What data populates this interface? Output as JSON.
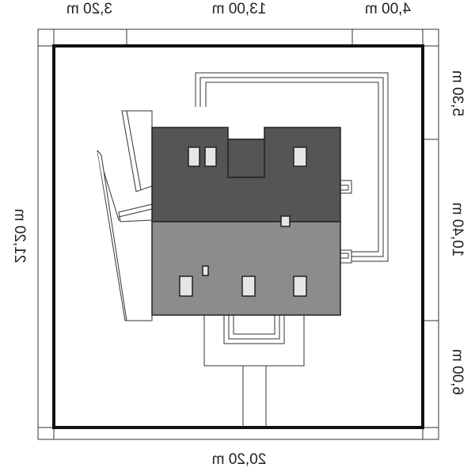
{
  "dimensions": {
    "top": [
      "3,20 m",
      "13,00 m",
      "4,00 m"
    ],
    "bottom": "20,20 m",
    "left": "21,20 m",
    "right": [
      "5,30 m",
      "10,40 m",
      "6,00 m"
    ]
  },
  "colors": {
    "plot_line": "#111111",
    "roof_dark": "#555555",
    "roof_light": "#8c8c8c",
    "window": "#e6e6e6",
    "line": "#333333"
  }
}
